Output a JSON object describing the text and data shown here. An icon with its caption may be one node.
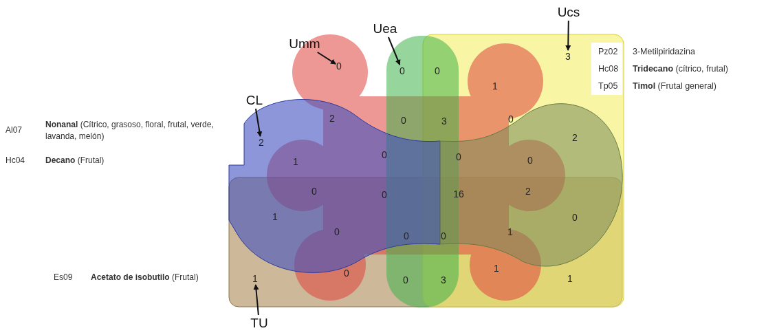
{
  "diagram": {
    "nodes": [
      {
        "text": [
          "Ucs"
        ]
      },
      {
        "text": [
          "Uea"
        ]
      },
      {
        "text": [
          "Umm"
        ]
      },
      {
        "text": [
          "CL"
        ]
      },
      {
        "text": [
          "TU"
        ]
      },
      {
        "text": [
          "3"
        ]
      },
      {
        "text": [
          "0"
        ]
      },
      {
        "text": [
          "0"
        ]
      },
      {
        "text": [
          "2"
        ]
      },
      {
        "text": [
          "1"
        ]
      }
    ],
    "edges": [
      {
        "from": 0,
        "to": 5,
        "arrow": "to"
      },
      {
        "from": 1,
        "to": 6,
        "arrow": "to"
      },
      {
        "from": 2,
        "to": 7,
        "arrow": "to"
      },
      {
        "from": 3,
        "to": 8,
        "arrow": "to"
      },
      {
        "from": 4,
        "to": 9,
        "arrow": "to"
      }
    ],
    "labels": [
      "0",
      "1",
      "2",
      "0",
      "3",
      "0",
      "2",
      "1",
      "0",
      "0",
      "0",
      "0",
      "0",
      "16",
      "2",
      "1",
      "0",
      "0",
      "0",
      "0",
      "1",
      "0",
      "1",
      "0",
      "3",
      "1",
      "Pz02",
      "3-Metilpiridazina",
      "Hc08",
      "**Tridecano** (cítrico, frutal)",
      "Tp05",
      "**Timol** (Frutal general)",
      "Al07",
      "**Nonanal** (Cítrico, grasoso, floral, frutal, verde, lavanda, melón)",
      "Hc04",
      "**Decano** (Frutal)",
      "Es09",
      "**Acetato de isobutilo** (Frutal)"
    ]
  }
}
